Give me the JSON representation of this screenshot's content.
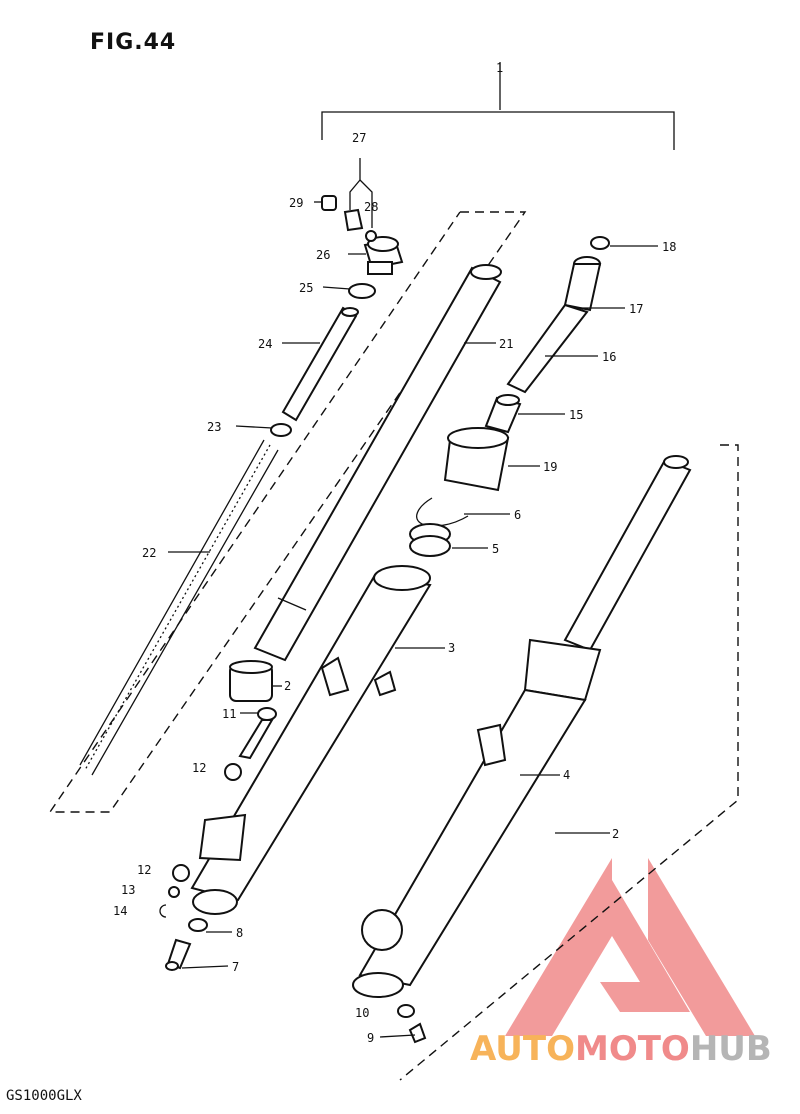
{
  "figure": {
    "title": "FIG.44",
    "model": "GS1000GLX"
  },
  "callouts": [
    {
      "no": "1"
    },
    {
      "no": "2"
    },
    {
      "no": "2"
    },
    {
      "no": "3"
    },
    {
      "no": "4"
    },
    {
      "no": "5"
    },
    {
      "no": "6"
    },
    {
      "no": "7"
    },
    {
      "no": "8"
    },
    {
      "no": "9"
    },
    {
      "no": "10"
    },
    {
      "no": "11"
    },
    {
      "no": "12"
    },
    {
      "no": "12"
    },
    {
      "no": "13"
    },
    {
      "no": "14"
    },
    {
      "no": "15"
    },
    {
      "no": "16"
    },
    {
      "no": "17"
    },
    {
      "no": "18"
    },
    {
      "no": "19"
    },
    {
      "no": "21"
    },
    {
      "no": "22"
    },
    {
      "no": "23"
    },
    {
      "no": "24"
    },
    {
      "no": "25"
    },
    {
      "no": "26"
    },
    {
      "no": "27"
    },
    {
      "no": "28"
    },
    {
      "no": "29"
    }
  ],
  "watermark": {
    "part1": "AUTO",
    "part2": "MOTO",
    "part3": "HUB",
    "color_orange": "#f7b35a",
    "color_red": "#f08a8a",
    "color_gray": "#b5b5b5"
  }
}
